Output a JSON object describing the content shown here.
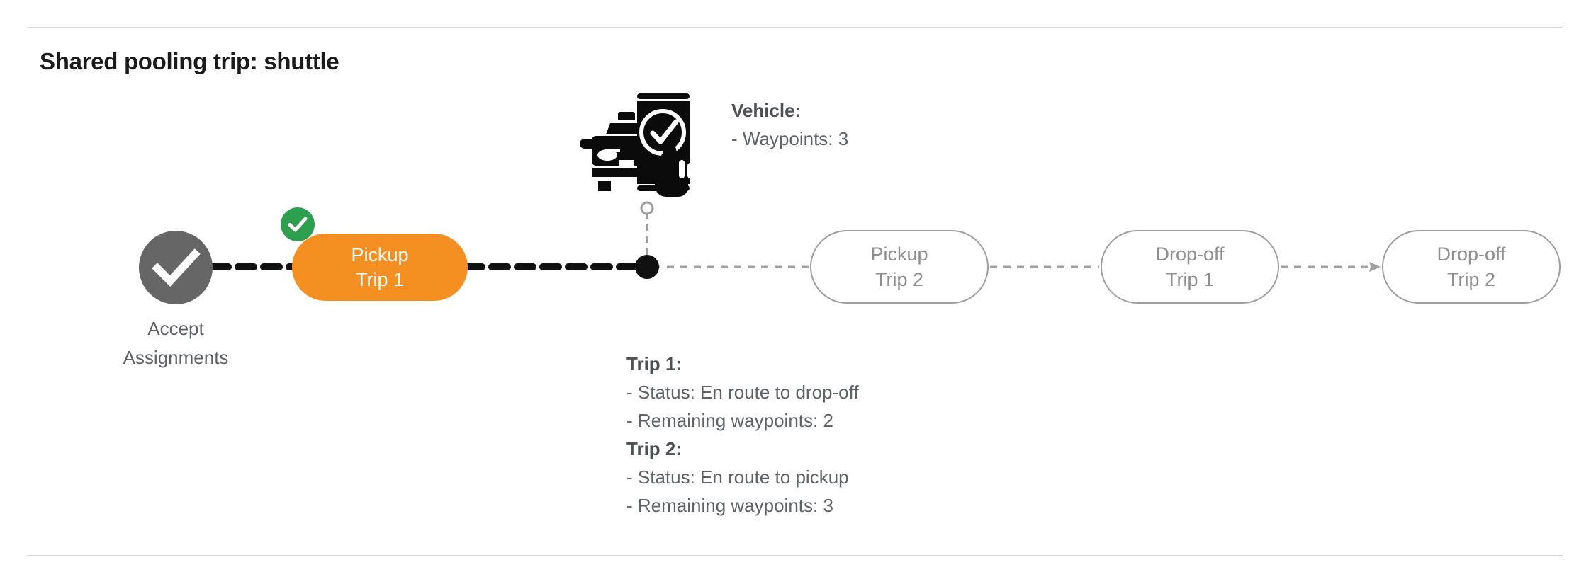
{
  "header": {
    "title": "Shared pooling trip: shuttle"
  },
  "colors": {
    "active_node": "#F49021",
    "completed_node": "#666666",
    "badge_green": "#2E9E4F",
    "pending_outline": "#9e9e9e",
    "pending_text": "#8e8e8e",
    "muted_text": "#5f6368",
    "divider": "#d6d7d9"
  },
  "flow": {
    "start_node": {
      "label": "Accept\nAssignments",
      "label_line1": "Accept",
      "label_line2": "Assignments",
      "icon": "check-icon",
      "state": "completed"
    },
    "nodes": [
      {
        "id": "pickup-trip-1",
        "line1": "Pickup",
        "line2": "Trip 1",
        "state": "active",
        "badge": "check-badge-icon"
      },
      {
        "id": "pickup-trip-2",
        "line1": "Pickup",
        "line2": "Trip 2",
        "state": "pending"
      },
      {
        "id": "dropoff-trip-1",
        "line1": "Drop-off",
        "line2": "Trip 1",
        "state": "pending"
      },
      {
        "id": "dropoff-trip-2",
        "line1": "Drop-off",
        "line2": "Trip 2",
        "state": "pending"
      }
    ],
    "vehicle_marker": {
      "icon": "vehicle-position-dot",
      "connector_icon": "small-circle-icon"
    }
  },
  "annotations": {
    "vehicle": {
      "heading": "Vehicle",
      "heading_colon": ":",
      "lines": [
        "- Waypoints: 3"
      ],
      "waypoints": 3,
      "icon": "car-phone-check-icon"
    },
    "trips": [
      {
        "heading": "Trip 1",
        "heading_colon": ":",
        "status_line": "- Status:  En route to drop-off",
        "status": "En route to drop-off",
        "waypoints_line": "- Remaining waypoints: 2",
        "remaining_waypoints": 2
      },
      {
        "heading": "Trip 2",
        "heading_colon": ":",
        "status_line": "- Status:  En route to pickup",
        "status": "En route to pickup",
        "waypoints_line": "- Remaining waypoints: 3",
        "remaining_waypoints": 3
      }
    ]
  }
}
